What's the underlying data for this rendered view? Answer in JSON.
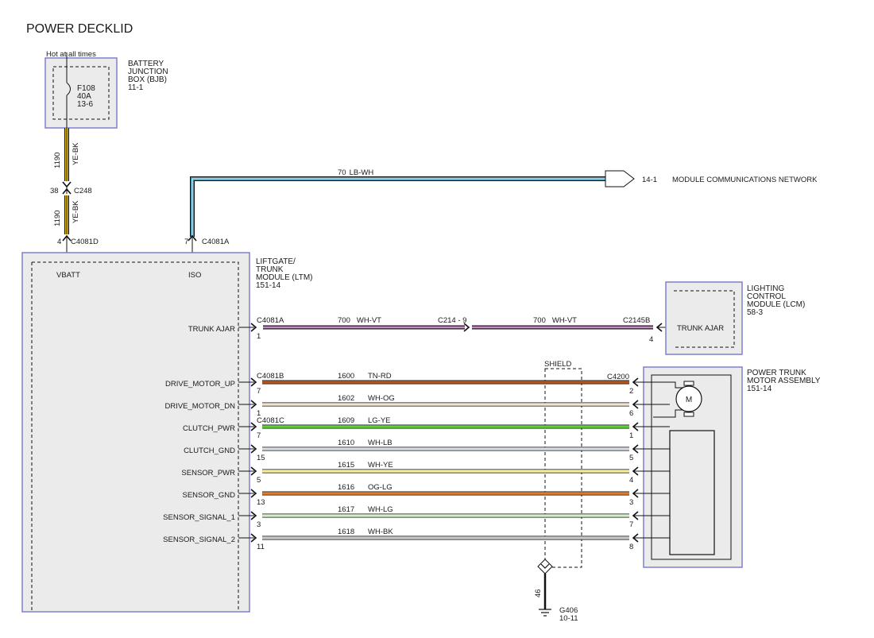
{
  "title": "POWER DECKLID",
  "bjb": {
    "supply_note": "Hot at all times",
    "fuse_id": "F108",
    "fuse_rating": "40A",
    "fuse_ref": "13-6",
    "name_line1": "BATTERY",
    "name_line2": "JUNCTION",
    "name_line3": "BOX (BJB)",
    "ref": "11-1"
  },
  "vbatt_feed": {
    "circuit_upper": "1190",
    "color_upper": "YE-BK",
    "inline_pin": "38",
    "inline_connector": "C248",
    "circuit_lower": "1190",
    "color_lower": "YE-BK",
    "module_pin": "4",
    "module_connector": "C4081D",
    "module_pin_name": "VBATT"
  },
  "network": {
    "circuit": "70",
    "color": "LB-WH",
    "arrow_ref": "14-1",
    "label": "MODULE COMMUNICATIONS NETWORK",
    "module_pin": "7",
    "module_connector": "C4081A",
    "module_pin_name": "ISO"
  },
  "ltm": {
    "name_line1": "LIFTGATE/",
    "name_line2": "TRUNK",
    "name_line3": "MODULE (LTM)",
    "ref": "151-14"
  },
  "lcm": {
    "name_line1": "LIGHTING",
    "name_line2": "CONTROL",
    "name_line3": "MODULE (LCM)",
    "ref": "58-3",
    "pin_name": "TRUNK AJAR",
    "pin": "4",
    "connector": "C2145B"
  },
  "trunk_ajar": {
    "ltm_pin_name": "TRUNK AJAR",
    "ltm_connector": "C4081A",
    "ltm_pin": "1",
    "circuit_left": "700",
    "color_left": "WH-VT",
    "inline": "C214 - 9",
    "circuit_right": "700",
    "color_right": "WH-VT"
  },
  "motor_assembly": {
    "name_line1": "POWER TRUNK",
    "name_line2": "MOTOR ASSEMBLY",
    "ref": "151-14",
    "connector": "C4200",
    "motor_symbol": "M"
  },
  "shield": {
    "label": "SHIELD",
    "ground_circuit": "46",
    "ground_id": "G406",
    "ground_ref": "10-11"
  },
  "motor_circuits": [
    {
      "pin_name": "DRIVE_MOTOR_UP",
      "ltm_connector": "C4081B",
      "ltm_pin": "7",
      "circuit": "1600",
      "color": "TN-RD",
      "motor_pin": "2",
      "wire_hex": "#b1561e"
    },
    {
      "pin_name": "DRIVE_MOTOR_DN",
      "ltm_connector": "",
      "ltm_pin": "1",
      "circuit": "1602",
      "color": "WH-OG",
      "motor_pin": "6",
      "wire_hex": "#efe4d0"
    },
    {
      "pin_name": "CLUTCH_PWR",
      "ltm_connector": "C4081C",
      "ltm_pin": "7",
      "circuit": "1609",
      "color": "LG-YE",
      "motor_pin": "1",
      "wire_hex": "#5fd136"
    },
    {
      "pin_name": "CLUTCH_GND",
      "ltm_connector": "",
      "ltm_pin": "15",
      "circuit": "1610",
      "color": "WH-LB",
      "motor_pin": "5",
      "wire_hex": "#d6dde6"
    },
    {
      "pin_name": "SENSOR_PWR",
      "ltm_connector": "",
      "ltm_pin": "5",
      "circuit": "1615",
      "color": "WH-YE",
      "motor_pin": "4",
      "wire_hex": "#f4ee9a"
    },
    {
      "pin_name": "SENSOR_GND",
      "ltm_connector": "",
      "ltm_pin": "13",
      "circuit": "1616",
      "color": "OG-LG",
      "motor_pin": "3",
      "wire_hex": "#e07a2a"
    },
    {
      "pin_name": "SENSOR_SIGNAL_1",
      "ltm_connector": "",
      "ltm_pin": "3",
      "circuit": "1617",
      "color": "WH-LG",
      "motor_pin": "7",
      "wire_hex": "#d5ecc8"
    },
    {
      "pin_name": "SENSOR_SIGNAL_2",
      "ltm_connector": "",
      "ltm_pin": "11",
      "circuit": "1618",
      "color": "WH-BK",
      "motor_pin": "8",
      "wire_hex": "#c8c8c8"
    }
  ],
  "colors": {
    "module_border": "#7f7fd0",
    "module_fill": "#ebebeb",
    "network_wire": "#3d8fae",
    "feed_wire": "#d9b400",
    "trunk_ajar_wire": "#9a4a96"
  }
}
